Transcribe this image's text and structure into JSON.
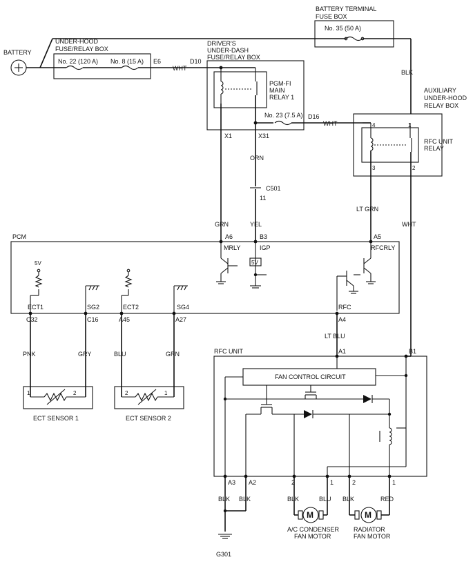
{
  "battery": "BATTERY",
  "battery_terminal_box": [
    "BATTERY TERMINAL",
    "FUSE BOX"
  ],
  "fuse_35": "No. 35 (50 A)",
  "underhood_box": [
    "UNDER-HOOD",
    "FUSE/RELAY BOX"
  ],
  "fuse_22": "No. 22 (120 A)",
  "fuse_8": "No. 8 (15 A)",
  "e6": "E6",
  "d10": "D10",
  "driver_box": [
    "DRIVER'S",
    "UNDER-DASH",
    "FUSE/RELAY BOX"
  ],
  "main_relay": [
    "PGM-FI",
    "MAIN",
    "RELAY 1"
  ],
  "fuse_23": "No. 23 (7.5 A)",
  "d16": "D16",
  "x1": "X1",
  "x31": "X31",
  "aux_box": [
    "AUXILIARY",
    "UNDER-HOOD",
    "RELAY BOX"
  ],
  "rfc_relay": [
    "RFC UNIT",
    "RELAY"
  ],
  "relay_pins": [
    "4",
    "1",
    "3",
    "2"
  ],
  "connector": "C501",
  "connector_pin": "11",
  "wires": {
    "wht": "WHT",
    "blk": "BLK",
    "orn": "ORN",
    "ltgrn": "LT GRN",
    "grn": "GRN",
    "yel": "YEL",
    "pnk": "PNK",
    "gry": "GRY",
    "blu": "BLU",
    "ltblu": "LT BLU",
    "red": "RED"
  },
  "pcm": "PCM",
  "pcm_top_pins": [
    "A6",
    "B3",
    "A5"
  ],
  "pcm_top_labels": [
    "MRLY",
    "IGP",
    "RFCRLY"
  ],
  "five_v": "5V",
  "pcm_inner_labels": [
    "ECT1",
    "SG2",
    "ECT2",
    "SG4",
    "RFC"
  ],
  "pcm_bottom_pins": [
    "C32",
    "C16",
    "A45",
    "A27",
    "A4"
  ],
  "sensor_pins": [
    "1",
    "2",
    "2",
    "1"
  ],
  "ect1": "ECT SENSOR 1",
  "ect2": "ECT SENSOR 2",
  "rfc_unit": "RFC UNIT",
  "a1": "A1",
  "b1": "B1",
  "fan_control": "FAN CONTROL CIRCUIT",
  "rfc_bottom_pins": [
    "A3",
    "A2",
    "2",
    "1",
    "2",
    "1"
  ],
  "motor_symbol": "M",
  "ac_motor": [
    "A/C CONDENSER",
    "FAN MOTOR"
  ],
  "rad_motor": [
    "RADIATOR",
    "FAN MOTOR"
  ],
  "ground": "G301"
}
